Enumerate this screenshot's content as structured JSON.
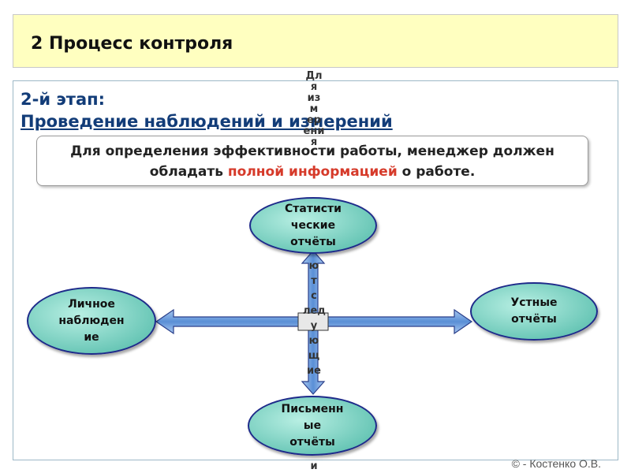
{
  "header": {
    "title": "2  Процесс контроля"
  },
  "stage": {
    "label": "2-й этап:",
    "title": "Проведение наблюдений и измерений"
  },
  "info": {
    "text_before": "Для определения эффективности работы, менеджер должен обладать ",
    "highlight": "полной информацией",
    "text_after": " о работе."
  },
  "nodes": {
    "top": "Статисти\nческие\nотчёты",
    "left": "Личное\nнаблюден\nие",
    "right": "Устные\nотчёты",
    "bottom": "Письменн\nые\nотчёты"
  },
  "overlay_text": {
    "upper": "Дл\nя\nиз\nм\nер\nени\nя",
    "middle": "ю\nт\nс\nлед\nу\nю\nщ\nие",
    "bottom": "и"
  },
  "colors": {
    "header_bg": "#ffffc0",
    "accent_text": "#123c78",
    "highlight": "#d63a2a",
    "node_fill": "#6cc8b8",
    "arrow_fill": "#7aa6e0"
  },
  "footer": {
    "copyright": "© - Костенко О.В."
  }
}
